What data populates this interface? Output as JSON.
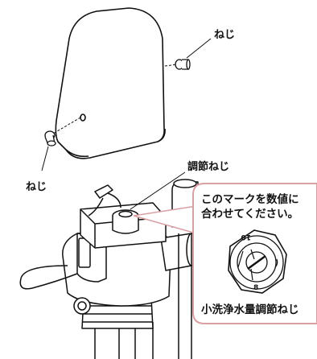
{
  "labels": {
    "screw_top": "ねじ",
    "screw_left": "ねじ",
    "adjust_screw": "調節ねじ"
  },
  "callout": {
    "line1": "このマークを数値に",
    "line2": "合わせてください。",
    "caption": "小洗浄水量調節ねじ",
    "dial_top": "10",
    "dial_bottom": "8"
  }
}
